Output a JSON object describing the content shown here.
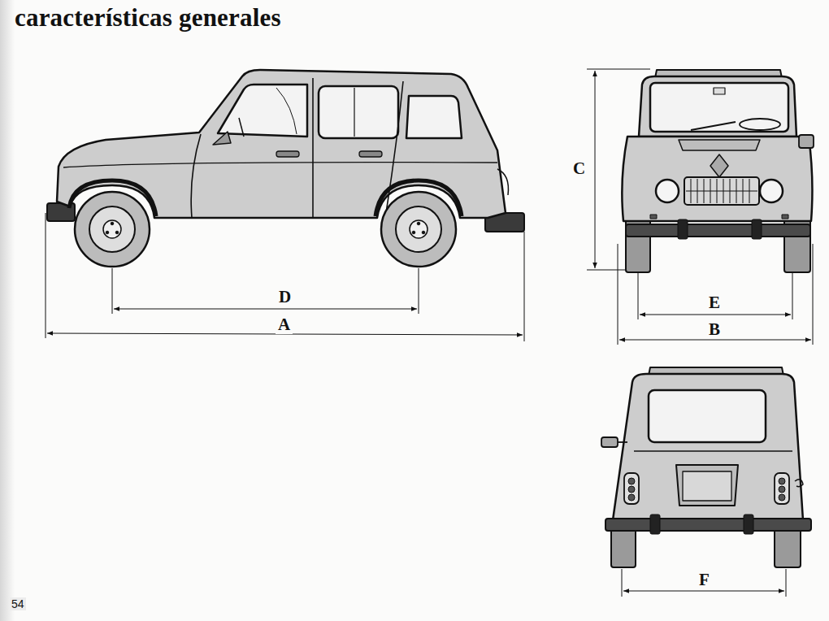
{
  "diagram": {
    "title": "características generales",
    "labels": [
      "D",
      "A",
      "C",
      "E",
      "B",
      "F",
      "54"
    ]
  }
}
